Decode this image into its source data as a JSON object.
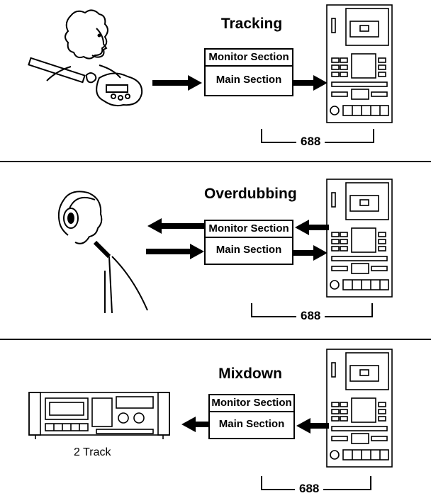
{
  "panels": [
    {
      "title": "Tracking",
      "monitor_label": "Monitor Section",
      "main_label": "Main Section",
      "device_label": "688"
    },
    {
      "title": "Overdubbing",
      "monitor_label": "Monitor Section",
      "main_label": "Main Section",
      "device_label": "688"
    },
    {
      "title": "Mixdown",
      "monitor_label": "Monitor Section",
      "main_label": "Main Section",
      "device_label": "688",
      "source_caption": "2 Track"
    }
  ]
}
